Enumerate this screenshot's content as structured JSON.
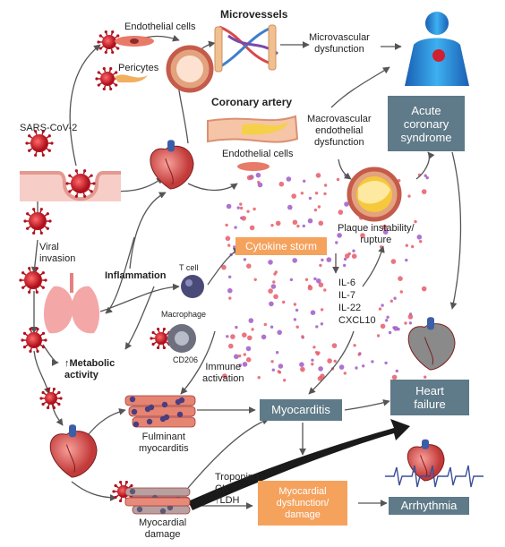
{
  "labels": {
    "sars": "SARS-CoV-2",
    "endothelial_top": "Endothelial cells",
    "pericytes": "Pericytes",
    "microvessels": "Microvessels",
    "microvascular": "Microvascular\ndysfunction",
    "coronary_artery": "Coronary artery",
    "endothelial_mid": "Endothelial cells",
    "macrovascular": "Macrovascular\nendothelial\ndysfunction",
    "viral_invasion": "Viral\ninvasion",
    "inflammation": "Inflammation",
    "tcell": "T cell",
    "macrophage": "Macrophage",
    "cd206": "CD206",
    "metabolic": "↑Metabolic\nactivity",
    "immune_activation": "Immune\nactivation",
    "plaque": "Plaque instability/\nrupture",
    "cytokines": "IL-6\nIL-7\nIL-22\nCXCL10",
    "fulminant": "Fulminant\nmyocarditis",
    "myocardial_damage": "Myocardial\ndamage",
    "markers": "Troponin I\nCK\n↑LDH"
  },
  "boxes": {
    "acs": "Acute\ncoronary\nsyndrome",
    "cytokine_storm": "Cytokine storm",
    "myocarditis": "Myocarditis",
    "heart_failure": "Heart\nfailure",
    "myo_dysfunction": "Myocardial\ndysfunction/\ndamage",
    "arrhythmia": "Arrhythmia"
  },
  "colors": {
    "box_grey": "#5f7a88",
    "box_orange": "#f5a25d",
    "virus_red": "#c8202f",
    "heart_red": "#e0605a",
    "dot_pink": "#e85c6a",
    "dot_purple": "#a05bc8"
  }
}
